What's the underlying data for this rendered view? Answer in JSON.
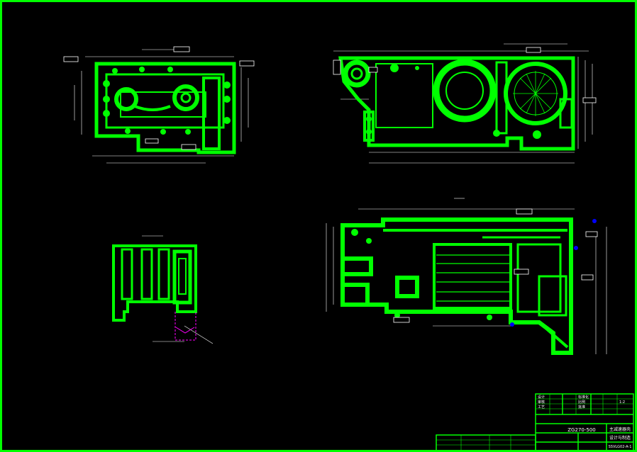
{
  "colors": {
    "background": "#000000",
    "outline": "#00ff00",
    "dimension": "#ffffff",
    "hidden": "#ff00ff",
    "marker": "#0000ff",
    "section": "#ff0000"
  },
  "title_block": {
    "part_number": "ZG270-500",
    "drawing_title": "主减速器壳",
    "company": "设计与制造",
    "drawing_code": "SSVLG02-A-1",
    "change_rows": [
      {
        "c1": "设计",
        "c2": "",
        "c3": "标准化",
        "c4": ""
      },
      {
        "c1": "审核",
        "c2": "",
        "c3": "比例",
        "c4": "1:2"
      },
      {
        "c1": "工艺",
        "c2": "",
        "c3": "批准",
        "c4": ""
      }
    ]
  },
  "icons": {
    "tolerance": "feature-control-frame-icon",
    "datum": "datum-marker-icon"
  }
}
